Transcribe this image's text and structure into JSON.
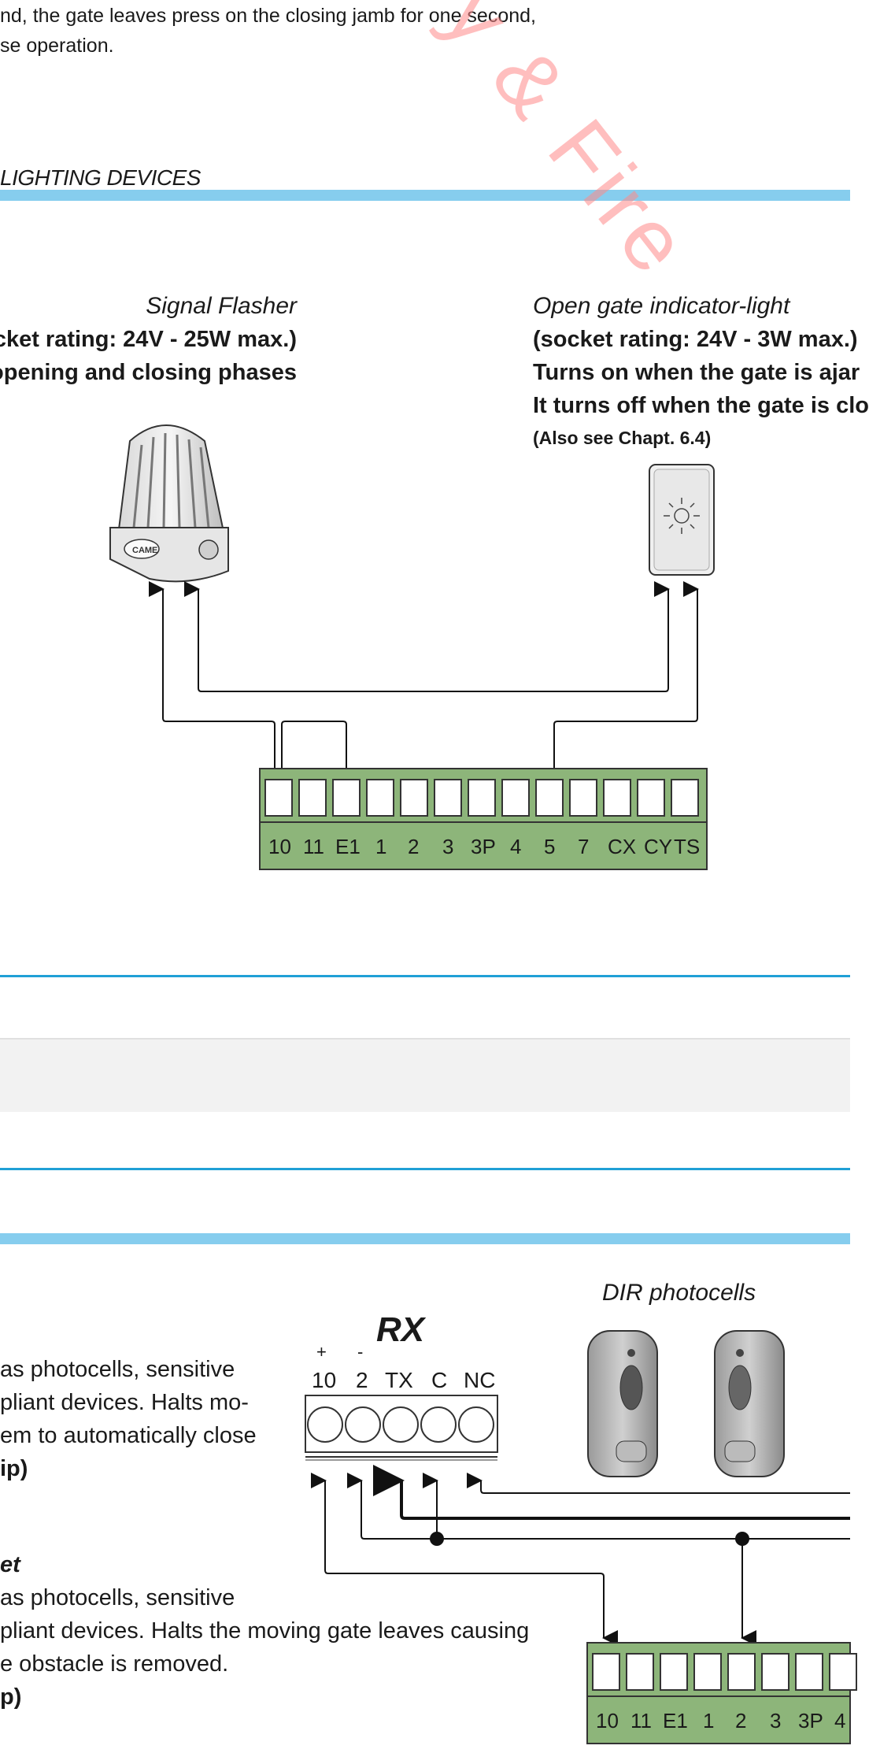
{
  "intro": {
    "line1": "nd, the gate leaves press on the closing jamb for one second,",
    "line2": "se operation."
  },
  "section_lighting": {
    "title": "LIGHTING DEVICES"
  },
  "flasher": {
    "title": "Signal Flasher",
    "line1": "cket rating: 24V - 25W max.)",
    "line2": " opening and closing phases",
    "brand": "CAME"
  },
  "indicator": {
    "title": "Open gate indicator-light",
    "line1": "(socket rating: 24V - 3W max.)",
    "line2": "Turns on when the gate is ajar",
    "line3": "It turns off when the gate is clo",
    "note": "(Also see Chapt. 6.4)"
  },
  "terminal_block_1": {
    "labels": [
      "10",
      "11",
      "E1",
      "1",
      "2",
      "3",
      "3P",
      "4",
      "5",
      "7",
      "CX",
      "CY",
      "TS"
    ]
  },
  "photocells": {
    "title": "DIR photocells",
    "rx_title": "RX",
    "rx_signs": [
      "+",
      "-"
    ],
    "rx_labels": [
      "10",
      "2",
      "TX",
      "C",
      "NC"
    ]
  },
  "stop_text_1": {
    "line1": "as photocells, sensitive",
    "line2": "pliant devices. Halts mo-",
    "line3": "em to automatically close",
    "line4": "ip)"
  },
  "stop_text_2": {
    "heading": "et",
    "line1": "as photocells, sensitive",
    "line2": "pliant devices. Halts the moving gate leaves causing",
    "line3": "e obstacle is removed.",
    "line4": "p)"
  },
  "terminal_block_2": {
    "labels": [
      "10",
      "11",
      "E1",
      "1",
      "2",
      "3",
      "3P",
      "4"
    ]
  },
  "watermark": {
    "text": "y & Fire"
  },
  "colors": {
    "bar": "#86cdee",
    "rule": "#20a0d6",
    "terminal": "#8db57a",
    "watermark": "#ff8a8a"
  }
}
